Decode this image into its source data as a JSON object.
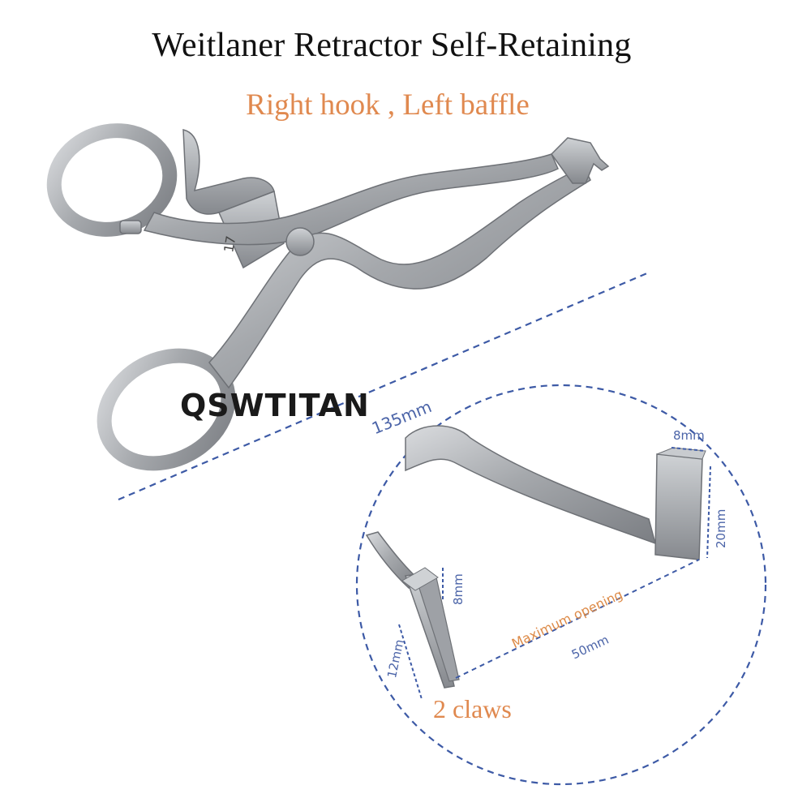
{
  "title": "Weitlaner Retractor Self-Retaining",
  "subtitle": "Right hook , Left baffle",
  "watermark": "QSWTITAN",
  "engraving": "17",
  "labels": {
    "length": "135mm",
    "baffle_width": "8mm",
    "baffle_height": "20mm",
    "claw_depth": "8mm",
    "claw_height": "12mm",
    "max_opening_label": "Maximum opening",
    "max_opening_value": "50mm",
    "claws": "2 claws"
  },
  "colors": {
    "accent": "#e0894f",
    "dimension_line": "#3d5aa6",
    "steel": "#a9acb0"
  }
}
